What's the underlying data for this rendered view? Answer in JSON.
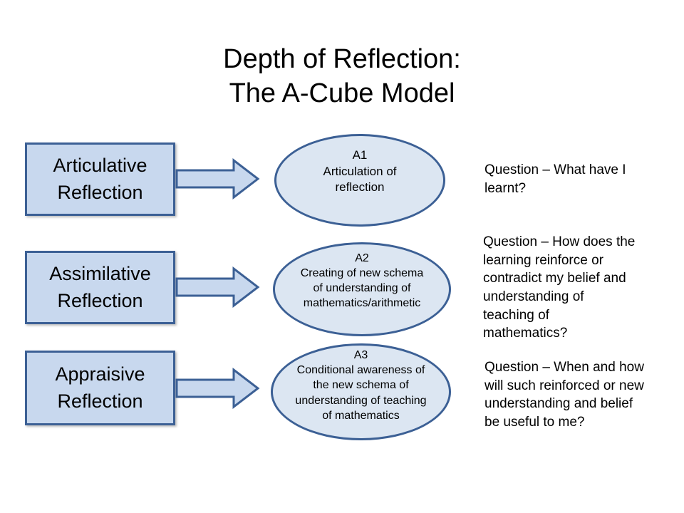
{
  "slide": {
    "title": "Depth of Reflection:\nThe A-Cube Model"
  },
  "colors": {
    "background": "#ffffff",
    "text": "#000000",
    "shape-fill": "#c8d8ee",
    "ellipse-fill": "#dce6f2",
    "shape-stroke": "#3c6095"
  },
  "icons": {
    "flow_arrow": "right-block-arrow"
  },
  "rows": [
    {
      "id": "A1",
      "stage_label": "Articulative\nReflection",
      "ellipse_text": "A1\nArticulation of\nreflection",
      "question": "Question – What have I\nlearnt?"
    },
    {
      "id": "A2",
      "stage_label": "Assimilative\nReflection",
      "ellipse_text": "A2\nCreating of new schema\nof understanding of\nmathematics/arithmetic",
      "question": "Question – How does the\nlearning reinforce or\ncontradict my belief and\nunderstanding of\nteaching of\nmathematics?"
    },
    {
      "id": "A3",
      "stage_label": "Appraisive\nReflection",
      "ellipse_text": "A3\nConditional awareness of\nthe new schema of\nunderstanding of teaching\nof mathematics",
      "question": "Question – When and how\nwill such reinforced or new\nunderstanding and belief\nbe useful to me?"
    }
  ]
}
